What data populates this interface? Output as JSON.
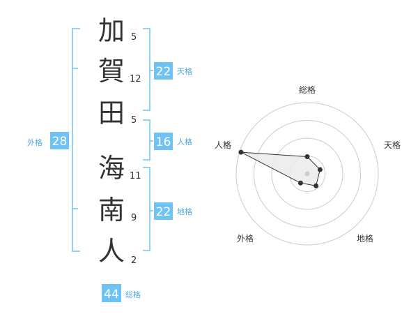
{
  "name": {
    "characters": [
      {
        "char": "加",
        "strokes": "5"
      },
      {
        "char": "賀",
        "strokes": "12"
      },
      {
        "char": "田",
        "strokes": "5"
      },
      {
        "char": "海",
        "strokes": "11"
      },
      {
        "char": "南",
        "strokes": "9"
      },
      {
        "char": "人",
        "strokes": "2"
      }
    ]
  },
  "fortunes": {
    "tenkaku": {
      "label": "天格",
      "value": "22"
    },
    "jinkaku": {
      "label": "人格",
      "value": "16"
    },
    "chikaku": {
      "label": "地格",
      "value": "22"
    },
    "gaikaku": {
      "label": "外格",
      "value": "28"
    },
    "soukaku": {
      "label": "総格",
      "value": "44"
    }
  },
  "radar": {
    "axes": [
      "総格",
      "天格",
      "地格",
      "外格",
      "人格"
    ],
    "values": [
      0.24,
      0.19,
      0.21,
      0.16,
      0.98
    ],
    "rings": 4
  },
  "colors": {
    "bracket": "#6ec3f4",
    "badge": "#6ec3f4",
    "label": "#4fa9e6",
    "radar_fill": "#ebebeb",
    "radar_line": "#333333",
    "ring": "#cccccc",
    "center": "#cccccc"
  }
}
